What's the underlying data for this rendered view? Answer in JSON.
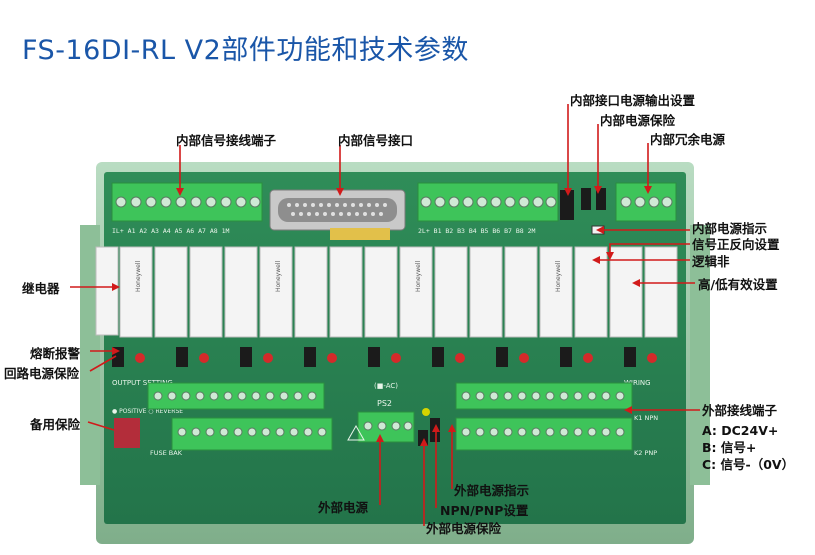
{
  "title": "FS-16DI-RL V2部件功能和技术参数",
  "callouts": {
    "internal_signal_terminal": "内部信号接线端子",
    "internal_signal_port": "内部信号接口",
    "internal_port_power_output": "内部接口电源输出设置",
    "internal_power_fuse": "内部电源保险",
    "internal_redundant_power": "内部冗余电源",
    "internal_power_indicator": "内部电源指示",
    "signal_direction_setting": "信号正反向设置",
    "logic_not": "逻辑非",
    "active_level_setting": "高/低有效设置",
    "relay": "继电器",
    "fuse_alarm": "熔断报警",
    "loop_power_fuse": "回路电源保险",
    "spare_fuse": "备用保险",
    "external_terminal": "外部接线端子",
    "external_power_indicator": "外部电源指示",
    "npn_pnp_setting": "NPN/PNP设置",
    "external_power": "外部电源",
    "external_power_fuse": "外部电源保险"
  },
  "terminal_notes": [
    "A: DC24V+",
    "B: 信号+",
    "C: 信号-（0V）"
  ],
  "board_labels": {
    "relay_brand": "Honeywell",
    "top_left_terminal": "IL+ A1 A2 A3 A4 A5 A6 A7 A8 1M",
    "top_right_terminal": "2L+ B1 B2 B3 B4 B5 B6 B7 B8 2M",
    "power_header": "PS2",
    "ac_mark": "(■-AC)",
    "output_setting": "OUTPUT SETTING",
    "positive_reverse": "● POSITIVE ○ REVERSE",
    "fuse_bak": "FUSE BAK",
    "wiring": "WIRING",
    "k1_npn": "K1 NPN",
    "k2_pnp": "K2 PNP"
  },
  "colors": {
    "title": "#1a56a8",
    "board": "#2f8a55",
    "rail": "#8fbf9a",
    "terminal": "#3ec45a",
    "relay": "#f4f4f4",
    "leader": "#d11a1a",
    "fuse_black": "#1b1b1b"
  }
}
